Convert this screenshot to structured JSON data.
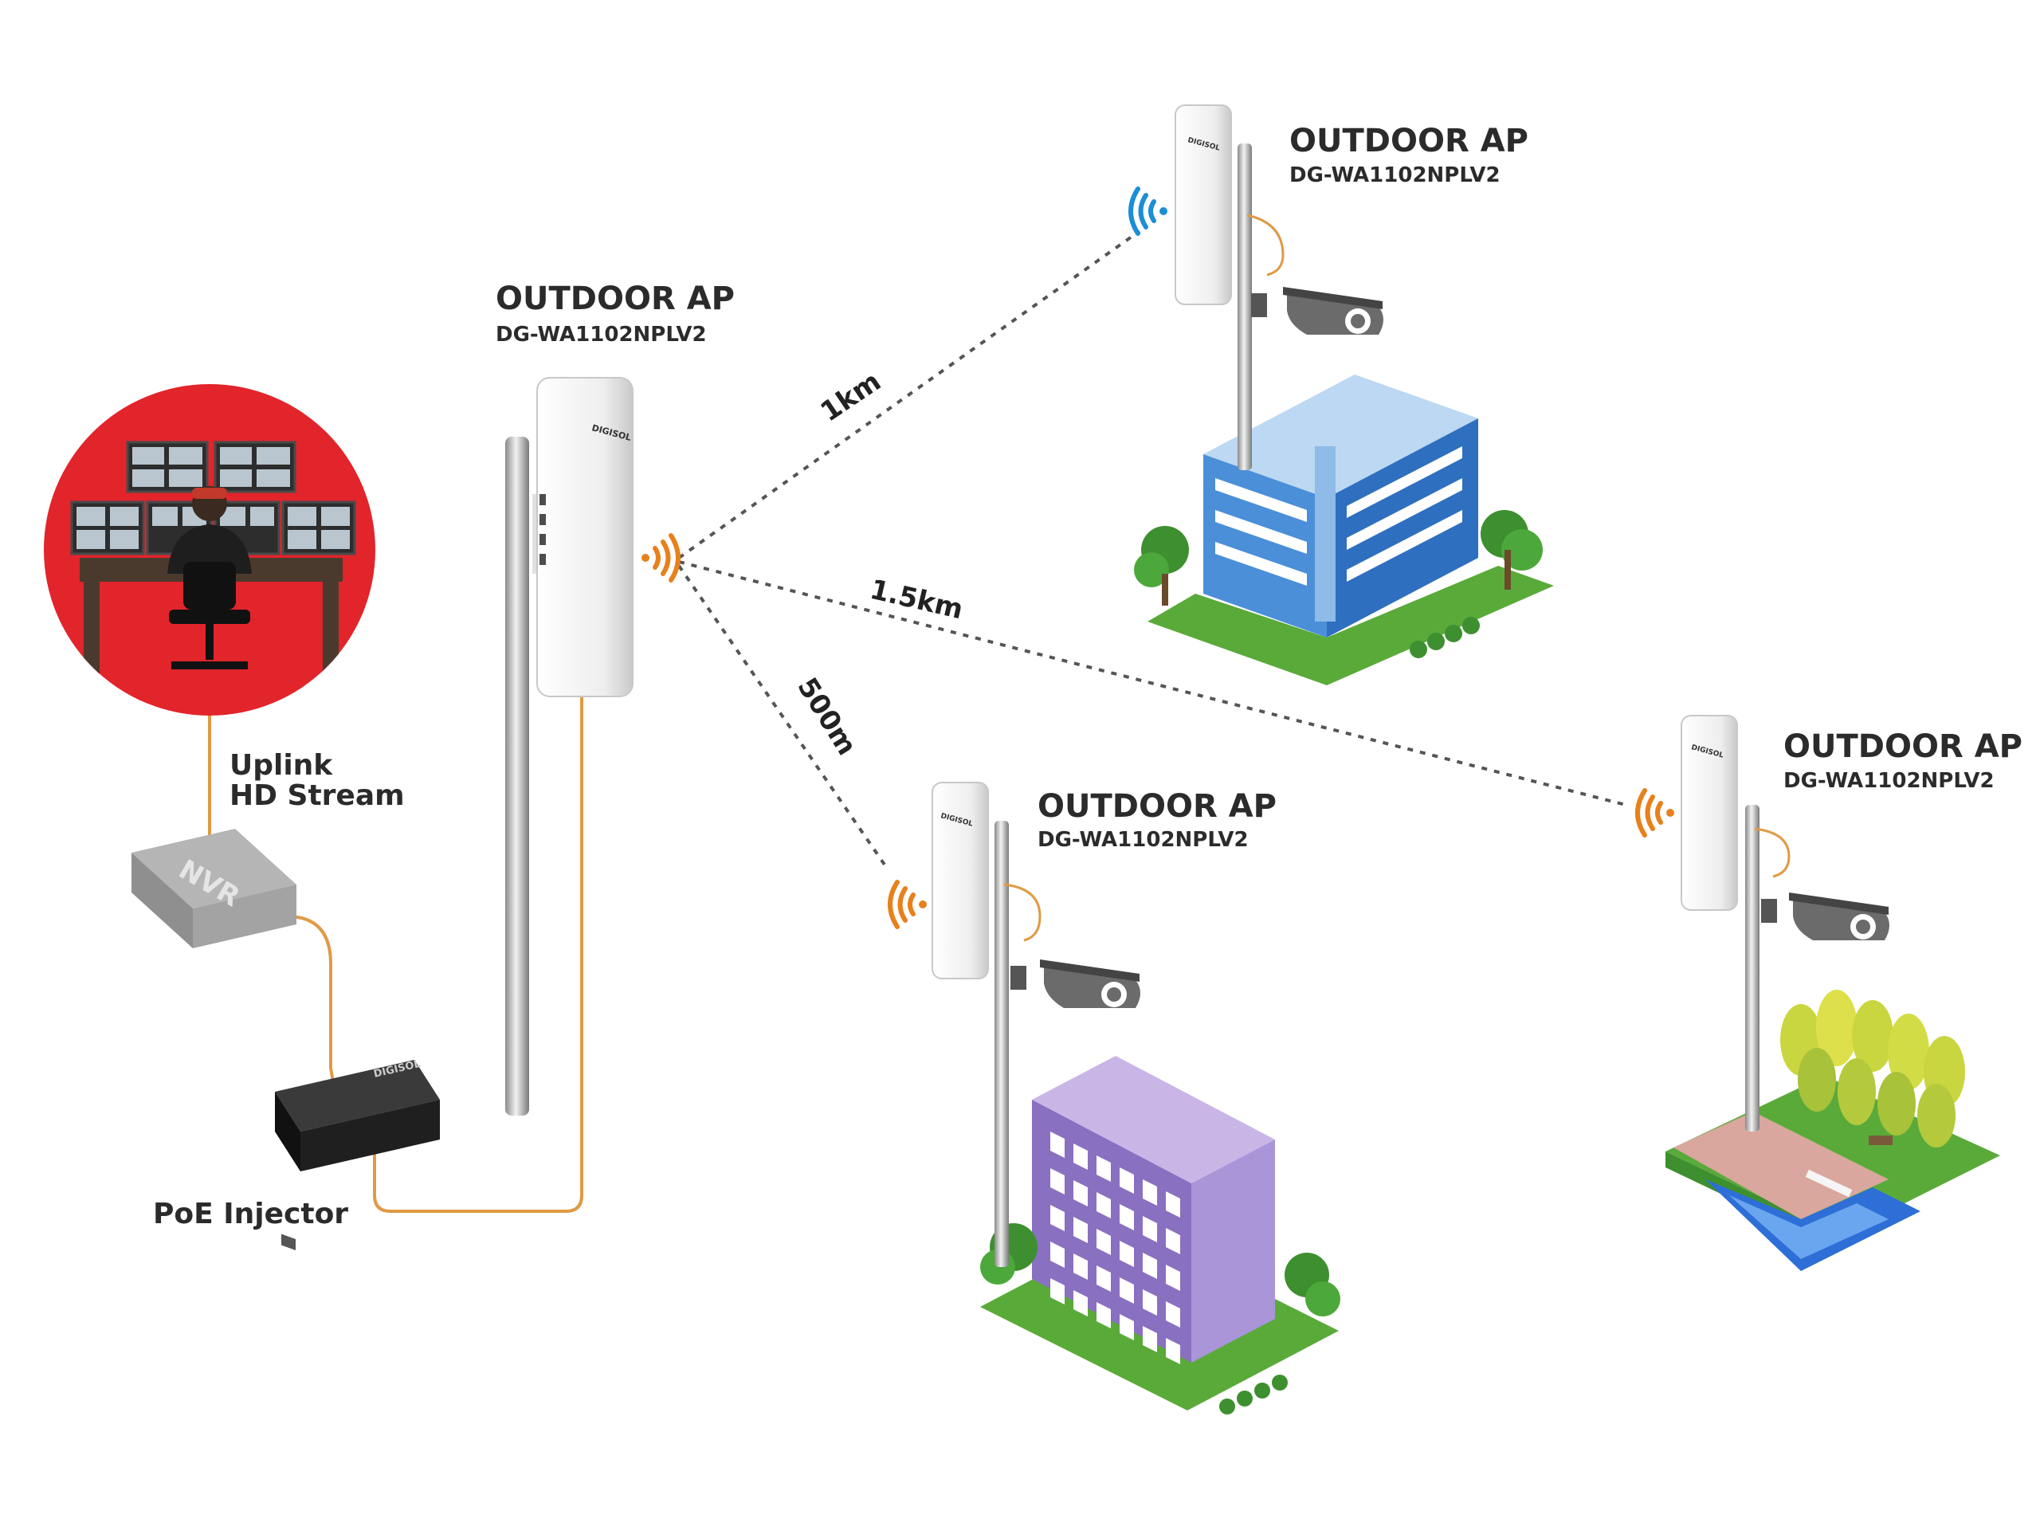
{
  "colors": {
    "signal_orange": "#e8801c",
    "signal_blue": "#1b8fd6",
    "cable": "#e09a44",
    "link_line": "#555555",
    "control_room_circle": "#e2242b",
    "building_blue": "#4a8fd8",
    "building_purple": "#8a70c0"
  },
  "main_ap": {
    "title": "OUTDOOR AP",
    "model": "DG-WA1102NPLV2"
  },
  "remote_aps": [
    {
      "title": "OUTDOOR AP",
      "model": "DG-WA1102NPLV2"
    },
    {
      "title": "OUTDOOR AP",
      "model": "DG-WA1102NPLV2"
    },
    {
      "title": "OUTDOOR AP",
      "model": "DG-WA1102NPLV2"
    }
  ],
  "links": [
    {
      "distance": "1km"
    },
    {
      "distance": "1.5km"
    },
    {
      "distance": "500m"
    }
  ],
  "uplink": {
    "line1": "Uplink",
    "line2": "HD Stream"
  },
  "nvr": {
    "label": "NVR"
  },
  "poe": {
    "label": "PoE Injector"
  },
  "device_brand": "DIGISOL",
  "icons": [
    "wifi-signal-icon",
    "cctv-camera-icon",
    "office-building-icon",
    "park-icon",
    "control-room-icon"
  ]
}
